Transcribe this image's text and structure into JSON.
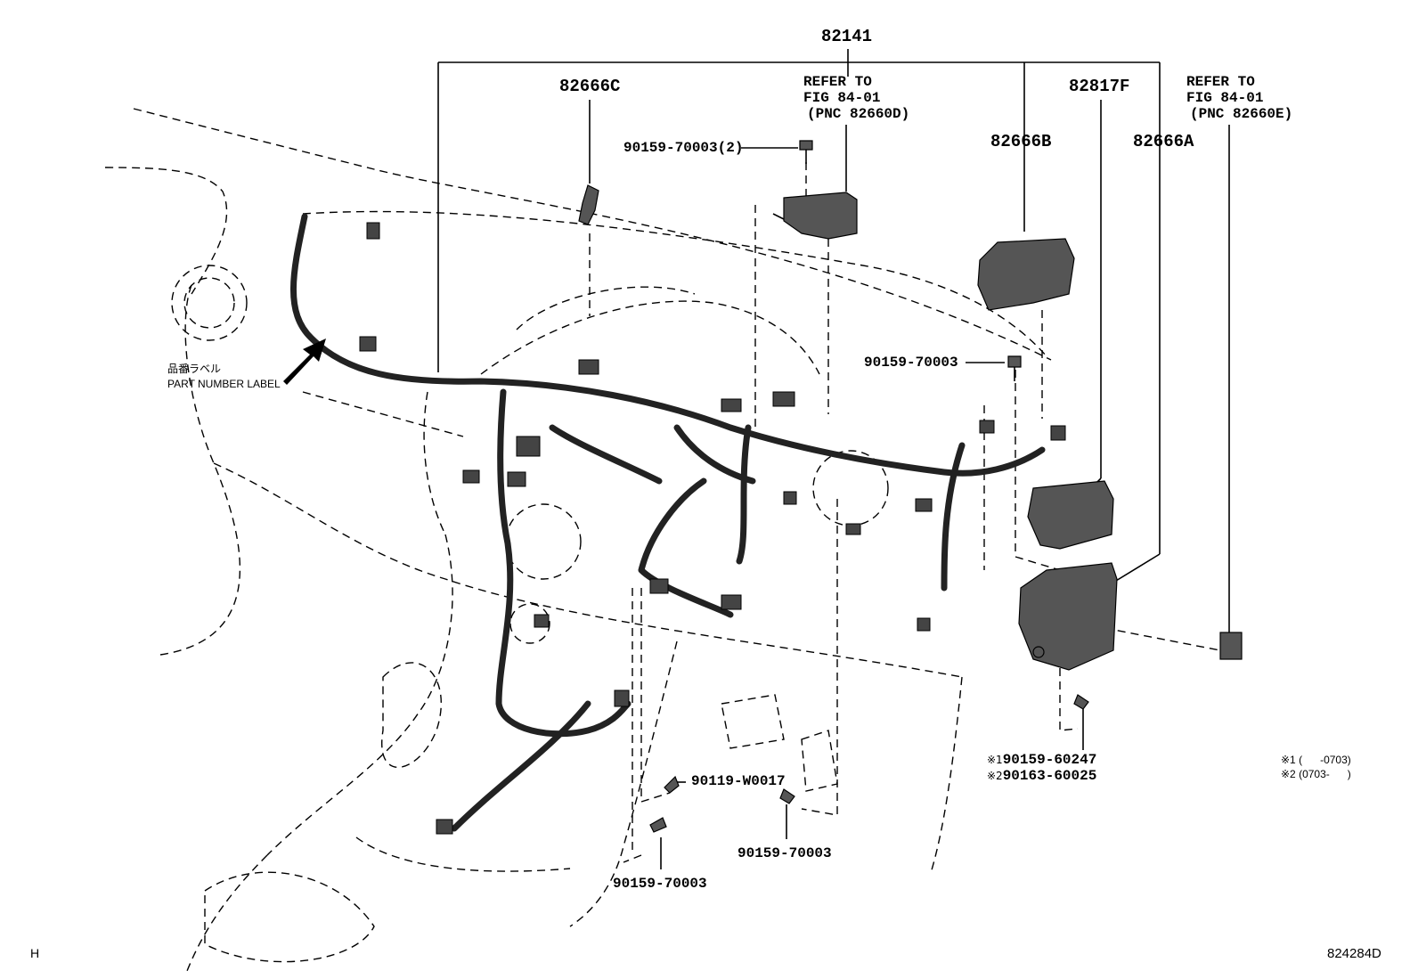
{
  "callouts": {
    "main_harness": "82141",
    "part_82666c": "82666C",
    "part_82817f": "82817F",
    "part_82666b": "82666B",
    "part_82666a": "82666A"
  },
  "refer_left": [
    "REFER TO",
    "FIG 84-01",
    "(PNC 82660D)"
  ],
  "refer_right": [
    "REFER TO",
    "FIG 84-01",
    "(PNC 82660E)"
  ],
  "bolts": {
    "top_bolt": "90159-70003(2)",
    "mid_bolt": "90159-70003",
    "lower_center": "90119-W0017",
    "lower_left": "90159-70003",
    "lower_right": "90159-70003"
  },
  "alt_bolts": [
    {
      "mark": "※1",
      "part": "90159-60247"
    },
    {
      "mark": "※2",
      "part": "90163-60025"
    }
  ],
  "notes": [
    {
      "mark": "※1",
      "text": "(      -0703)"
    },
    {
      "mark": "※2",
      "text": "(0703-      )"
    }
  ],
  "label_tag": {
    "japanese": "品番ラベル",
    "english": "PART NUMBER LABEL"
  },
  "corner_left": "H",
  "figure_code": "824284D"
}
